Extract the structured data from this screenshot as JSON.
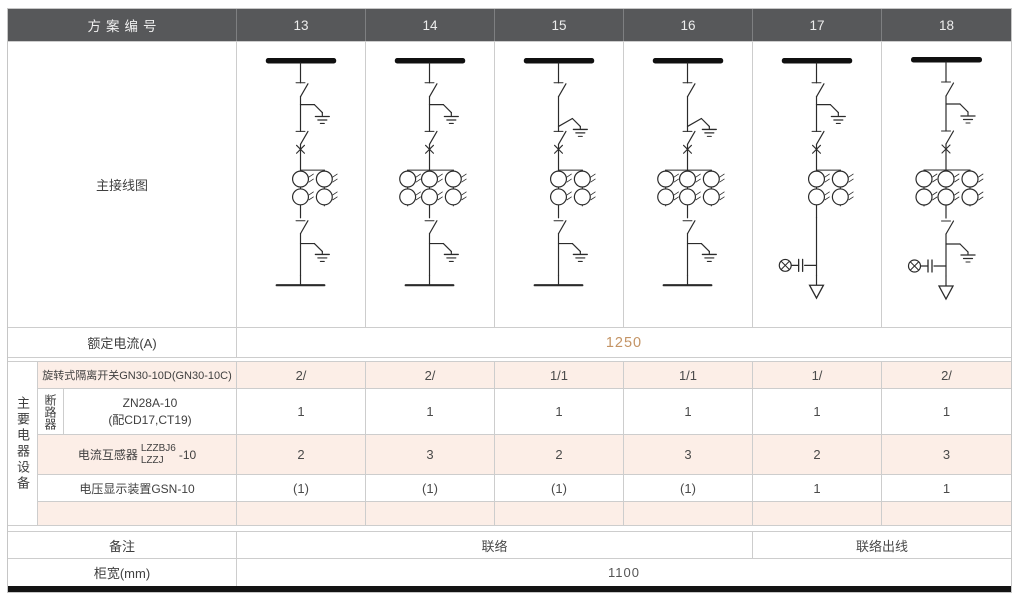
{
  "header": {
    "scheme_label": "方案编号",
    "schemes": [
      "13",
      "14",
      "15",
      "16",
      "17",
      "18"
    ]
  },
  "wiring": {
    "label": "主接线图"
  },
  "rated_current": {
    "label": "额定电流(A)",
    "value": "1250"
  },
  "equipment": {
    "group_label": "主要电器设备",
    "rows": [
      {
        "label": "旋转式隔离开关GN30-10D(GN30-10C)",
        "values": [
          "2/",
          "2/",
          "1/1",
          "1/1",
          "1/",
          "2/"
        ]
      },
      {
        "vertical_label": "断路器",
        "label": "ZN28A-10",
        "label2": "(配CD17,CT19)",
        "values": [
          "1",
          "1",
          "1",
          "1",
          "1",
          "1"
        ]
      },
      {
        "label": "电流互感器",
        "frac_top": "LZZBJ6",
        "frac_bottom": "LZZJ",
        "suffix": "-10",
        "values": [
          "2",
          "3",
          "2",
          "3",
          "2",
          "3"
        ]
      },
      {
        "label": "电压显示装置GSN-10",
        "values": [
          "(1)",
          "(1)",
          "(1)",
          "(1)",
          "1",
          "1"
        ]
      },
      {
        "label": "",
        "values": [
          "",
          "",
          "",
          "",
          "",
          ""
        ]
      }
    ]
  },
  "remark": {
    "label": "备注",
    "values": [
      {
        "text": "联络",
        "span": 4
      },
      {
        "text": "联络出线",
        "span": 2
      }
    ]
  },
  "cabinet_width": {
    "label": "柜宽(mm)",
    "value": "1100"
  },
  "diagrams": [
    {
      "name": "scheme-13",
      "upper": "separate",
      "cts": 2,
      "lower_earth": true,
      "termination": "tie"
    },
    {
      "name": "scheme-14",
      "upper": "separate",
      "cts": 3,
      "lower_earth": true,
      "termination": "tie"
    },
    {
      "name": "scheme-15",
      "upper": "combined",
      "cts": 2,
      "lower_earth": true,
      "termination": "tie"
    },
    {
      "name": "scheme-16",
      "upper": "combined",
      "cts": 3,
      "lower_earth": true,
      "termination": "tie"
    },
    {
      "name": "scheme-17",
      "upper": "separate",
      "cts": 2,
      "lower_earth": false,
      "termination": "cable"
    },
    {
      "name": "scheme-18",
      "upper": "separate",
      "cts": 3,
      "lower_earth": true,
      "termination": "cable"
    }
  ],
  "colors": {
    "header_bg": "#57585a",
    "pink_row": "#fceee7",
    "rated_value": "#c49465",
    "border": "#cdcdcd"
  }
}
